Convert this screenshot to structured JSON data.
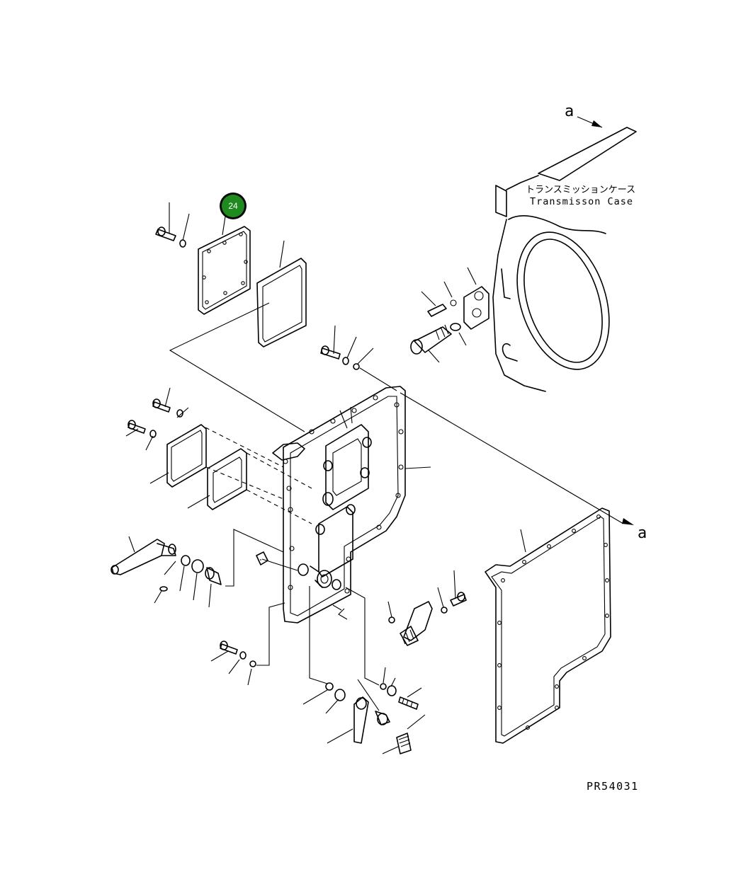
{
  "diagram": {
    "callout_badge": {
      "number": "24",
      "color": "#1f8b1f",
      "ring": "#0a0a0a"
    },
    "case_label": {
      "japanese": "トランスミッションケース",
      "english": "Transmisson Case"
    },
    "reference_arrows": {
      "top": "a",
      "right": "a"
    },
    "drawing_code": "PR54031"
  }
}
